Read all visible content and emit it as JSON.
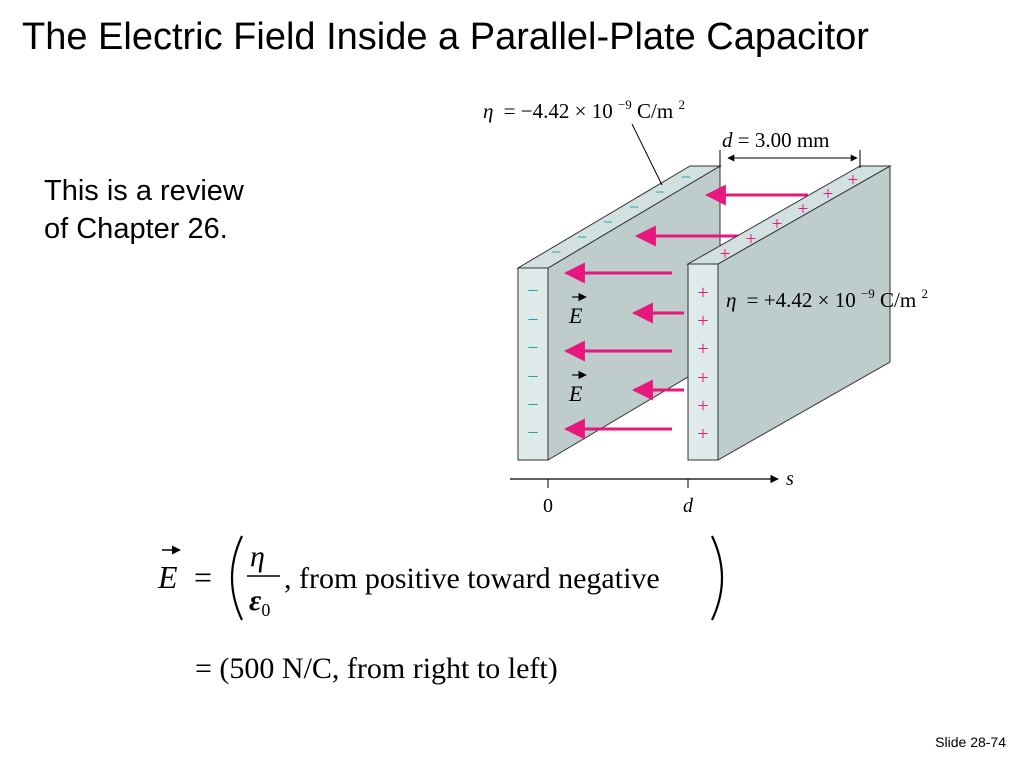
{
  "title": "The Electric Field Inside a Parallel-Plate Capacitor",
  "review": {
    "line1": "This is a review",
    "line2": "of Chapter 26."
  },
  "slide_number": "Slide 28-74",
  "diagram": {
    "neg_density": {
      "symbol": "η",
      "equals": "= −4.42 × 10",
      "exponent": "−9",
      "unit": " C/m",
      "unit_exp": "2"
    },
    "pos_density": {
      "symbol": "η",
      "equals": "= +4.42 × 10",
      "exponent": "−9",
      "unit": " C/m",
      "unit_exp": "2"
    },
    "separation": {
      "symbol": "d",
      "value": " = 3.00 mm"
    },
    "field_symbol": "E",
    "neg_sign": "−",
    "pos_sign": "+",
    "axis": {
      "name": "s",
      "tick_zero": "0",
      "tick_d": "d"
    },
    "colors": {
      "plate_face": "#bfcccc",
      "plate_edge": "#dfeaea",
      "plate_top": "#d2e0e0",
      "arrow": "#e6177d",
      "neg_charge": "#1ba3a3",
      "pos_charge": "#e6177d"
    }
  },
  "equations": {
    "lhs_symbol": "E",
    "equals": "=",
    "frac_num": "η",
    "frac_den": "ε",
    "frac_den_sub": "0",
    "text": ", from positive toward negative",
    "line2": "= (500 N/C, from right to left)"
  }
}
